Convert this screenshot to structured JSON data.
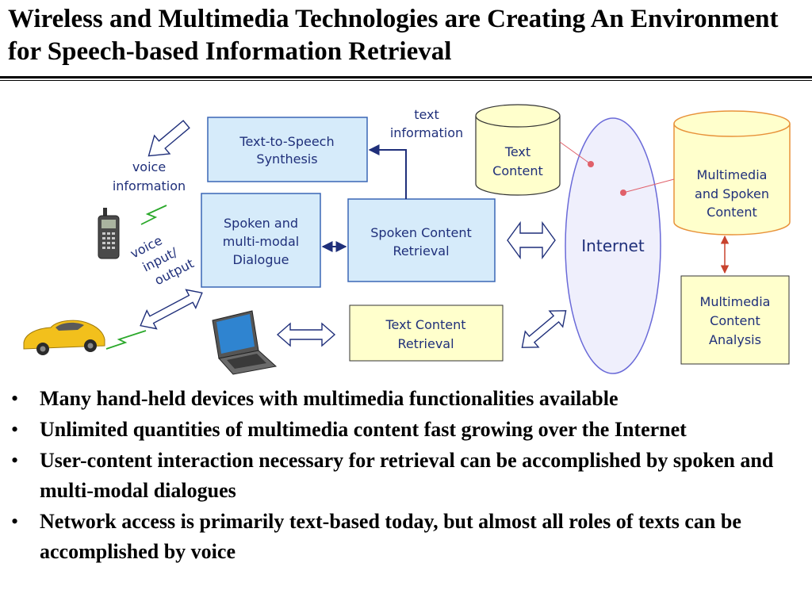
{
  "slide": {
    "title": "Wireless and Multimedia Technologies are Creating An Environment for Speech-based Information Retrieval"
  },
  "diagram": {
    "tts": [
      "Text-to-Speech",
      "Synthesis"
    ],
    "dialogue": [
      "Spoken and",
      "multi-modal",
      "Dialogue"
    ],
    "spoken_retrieval": [
      "Spoken Content",
      "Retrieval"
    ],
    "text_retrieval": [
      "Text Content",
      "Retrieval"
    ],
    "text_content": [
      "Text",
      "Content"
    ],
    "multimedia_content": [
      "Multimedia",
      "and Spoken",
      "Content"
    ],
    "multimedia_analysis": [
      "Multimedia",
      "Content",
      "Analysis"
    ],
    "internet": "Internet",
    "text_information": [
      "text",
      "information"
    ],
    "voice_information": [
      "voice",
      "information"
    ],
    "voice_io": [
      "voice",
      "input/",
      "output"
    ],
    "colors": {
      "blue_box_fill": "#d6ebfa",
      "blue_box_stroke": "#3a66b5",
      "yellow_fill": "#ffffcc",
      "orange_stroke": "#e8923a",
      "ellipse_fill": "#efeffc",
      "ellipse_stroke": "#6a6ad8",
      "arrow_dark": "#1f2f7a",
      "dot_red": "#e0606a",
      "lightning_green": "#2aa82a",
      "car_yellow": "#f2c01c"
    }
  },
  "bullets": [
    "Many hand-held devices with multimedia functionalities available",
    "Unlimited quantities of multimedia content fast growing over the Internet",
    "User-content interaction necessary for retrieval can be accomplished by spoken and multi-modal dialogues",
    "Network access is primarily text-based today, but almost all roles of texts can be accomplished by voice"
  ]
}
